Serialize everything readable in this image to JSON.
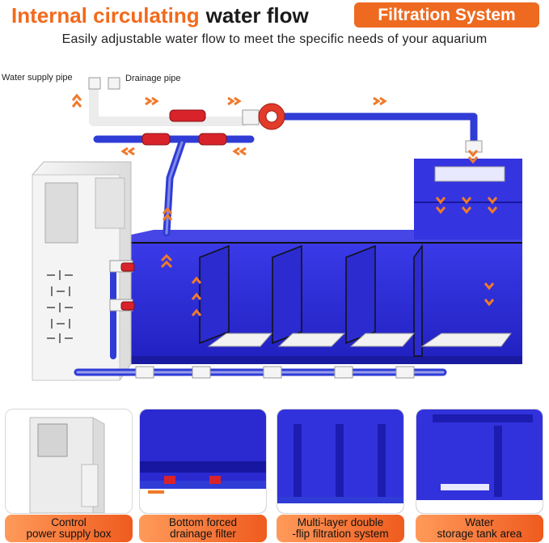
{
  "header": {
    "headline_accent": "Internal circulating",
    "headline_dark": "water flow",
    "badge": "Filtration System",
    "subheadline": "Easily adjustable water flow to meet the specific needs of your aquarium"
  },
  "labels": {
    "water_supply_pipe": "Water supply pipe",
    "drainage_pipe": "Drainage pipe"
  },
  "captions": [
    {
      "line1": "Control",
      "line2": "power supply box"
    },
    {
      "line1": "Bottom forced",
      "line2": "drainage filter"
    },
    {
      "line1": "Multi-layer double",
      "line2": "-flip filtration system"
    },
    {
      "line1": "Water",
      "line2": "storage tank area"
    }
  ],
  "colors": {
    "accent_orange": "#f26a1b",
    "tank_blue": "#2a2ad8",
    "pipe_blue": "#2f3cd6",
    "valve_red": "#d8232a",
    "arrow_orange": "#f07a2a"
  },
  "icons": [
    "chevron-arrow-icon",
    "valve-icon",
    "pump-icon",
    "vent-grille-icon"
  ]
}
